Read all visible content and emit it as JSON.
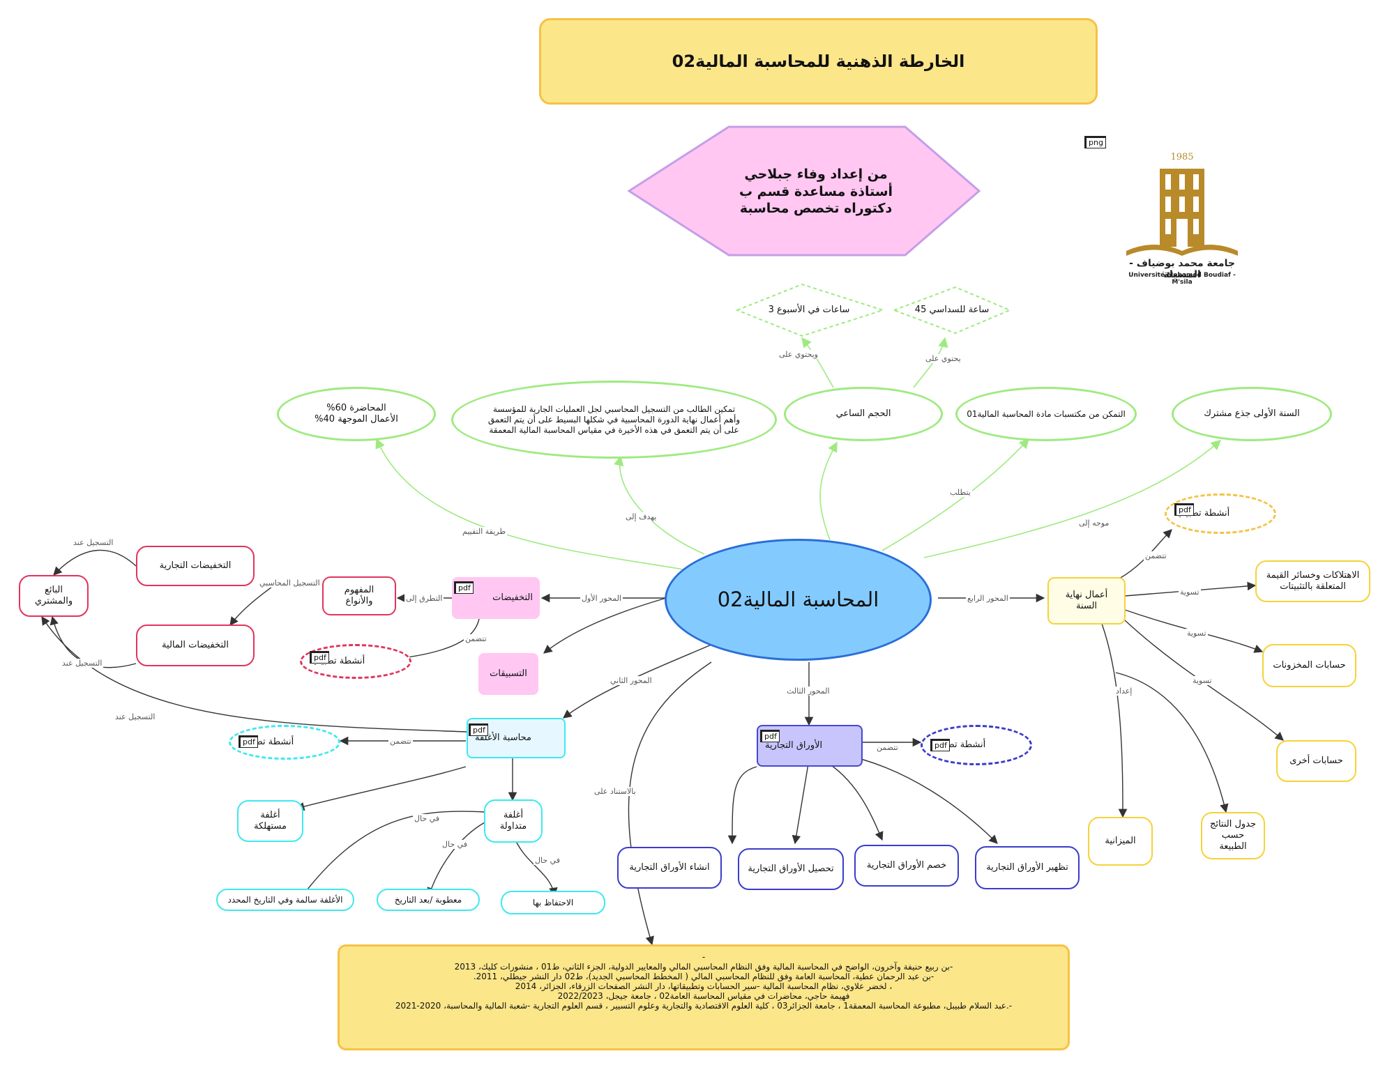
{
  "title": "الخارطة الذهنية للمحاسبة المالية02",
  "author": {
    "line1": "من إعداد وفاء جبلاحي",
    "line2": "أستاذة مساعدة قسم ب",
    "line3": "دكتوراه تخصص محاسبة"
  },
  "logo": {
    "tag": "png",
    "year": "1985",
    "name_ar": "جامعة محمد بوضياف - المسيلة",
    "name_fr": "Université Mohamed Boudiaf - M'sila"
  },
  "central": "المحاسبة المالية02",
  "top_nodes": {
    "evaluation_line1": "المحاضرة 60%",
    "evaluation_line2": "الأعمال الموجهة 40%",
    "goal_line1": "تمكين الطالب من التسجيل المحاسبي لجل العمليات الجارية للمؤسسة",
    "goal_line2": "وأهم أعمال نهاية الدورة المحاسبية في شكلها البسيط على أن يتم التعمق",
    "goal_line3": "على أن يتم التعمق في هذه الأخيرة في مقياس المحاسبة المالية المعمقة",
    "volume": "الحجم الساعي",
    "prereq": "التمكن من مكتسبات مادة المحاسبة المالية01",
    "audience": "السنة الأولى جذع مشترك",
    "weekly": "ساعات في الأسبوع 3",
    "semester": "ساعة للسداسي 45"
  },
  "edge_labels": {
    "evaluation": "طريقة التقييم",
    "goal": "يهدف إلى",
    "prereq": "يتطلب",
    "audience": "موجه إلى",
    "weekly": "ويحتوي على",
    "semester": "يحتوي على",
    "axis1": "المحور الأول",
    "axis2": "المحور الثاني",
    "axis3": "المحور الثالث",
    "axis4": "المحور الرابع",
    "based_on": "بالاستناد على",
    "discusses": "التطرق إلى",
    "includes": "تتضمن",
    "rec_when": "التسجيل عند",
    "rec_acc": "التسجيل المحاسبي",
    "settlement": "تسوية",
    "prep": "إعداد",
    "in_case": "في حال"
  },
  "left_branch": {
    "discounts": "التخفيضات",
    "concept": "المفهوم والأنواع",
    "advances": "التسبيقات",
    "activities": "أنشطة تطبيقية",
    "trade_disc": "التخفيضات التجارية",
    "fin_disc": "التخفيضات المالية",
    "seller_buyer": "البائع والمشتري"
  },
  "packaging_branch": {
    "packaging": "محاسبة الأغلفة",
    "activities": "أنشطة تطبيقية",
    "consumable": "أغلفة مستهلكة",
    "circulating": "أغلفة متداولة",
    "returned": "الأغلفة سالمة وفي التاريخ المحدد",
    "damaged": "معطوبة /بعد التاريخ",
    "kept": "الاحتفاظ بها"
  },
  "commercial_papers": {
    "papers": "الأوراق التجارية",
    "activities": "أنشطة تطبيقية",
    "create": "انشاء الأوراق التجارية",
    "collect": "تحصيل الأوراق التجارية",
    "discount": "خصم الأوراق التجارية",
    "endorse": "تظهير الأوراق التجارية"
  },
  "year_end": {
    "year_end": "أعمال نهاية السنة",
    "activities": "أنشطة تطبيقية",
    "depreciation_line1": "الاهتلاكات وخسائر القيمة",
    "depreciation_line2": "المتعلقة بالتثبيتات",
    "inventory": "حسابات المخزونات",
    "other": "حسابات أخرى",
    "income_line1": "جدول النتائج",
    "income_line2": "حسب الطبيعة",
    "balance": "الميزانية"
  },
  "pdf_tag": "pdf",
  "references": {
    "dash": "-",
    "r1": "-بن ربيع حنيفة وآخرون، الواضح في المحاسبة المالية وفق النظام المحاسبي المالي والمعايير الدولية، الجزء الثاني، ط01 ، منشورات كليك، 2013",
    "r2": "-بن عبد الرحمان عطية، المحاسبة العامة وفق للنظام المحاسبي المالي ( المخطط المحاسبي الجديد)، ط02 دار النشر جيطلي، 2011.",
    "r3": "، لخضر علاوي، نظام المحاسبة المالية -سير الحسابات وتطبيقاتها، دار النشر الصفحات الزرقاء، الجزائر، 2014",
    "r4": "فهيمة حاجي، محاضرات في مقياس المحاسبة العامة02 ، جامعة جيجل، 2022/2023",
    "r5": "-.عبد السلام طبيبل، مطبوعة المحاسبة المعمقة1 ، جامعة الجزائر03 ، كلية العلوم الاقتصادية والتجارية وعلوم التسيير ، قسم العلوم التجارية -شعبة المالية والمحاسبة، 2020-2021"
  },
  "colors": {
    "title_bg": "#fce68a",
    "author_bg": "#ffc7f2",
    "central_bg": "#83cbff",
    "green": "#9eea80",
    "red": "#e0345b",
    "cyan": "#3ee8f0",
    "blue": "#3b3cc9",
    "yellow": "#f5d23a"
  }
}
